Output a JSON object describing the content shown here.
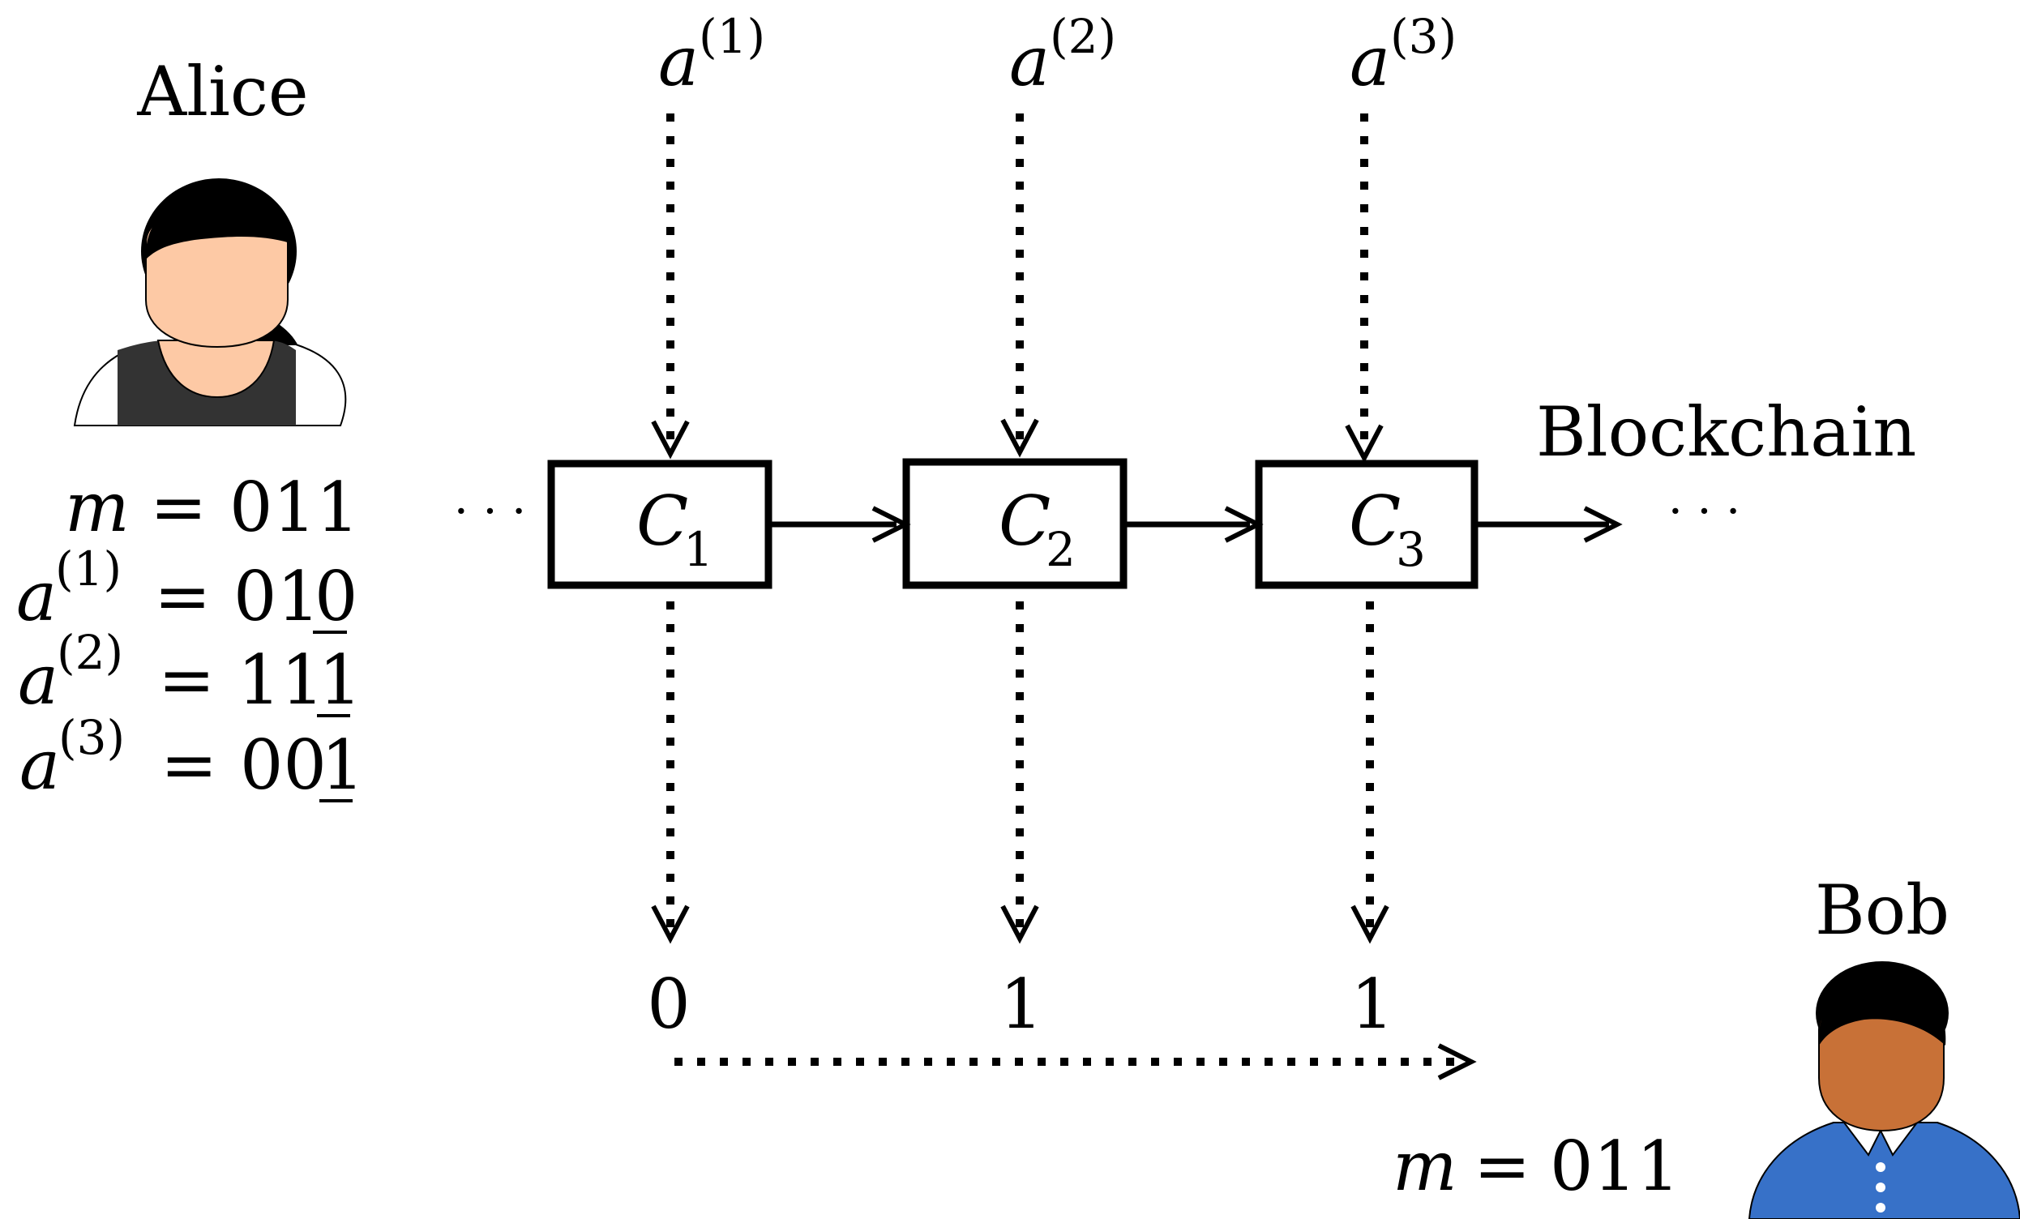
{
  "alice": {
    "name": "Alice",
    "message_var": "m",
    "message_value": "011",
    "equals": "=",
    "var": "a",
    "keys": [
      {
        "sup": "(1)",
        "prefix": "01",
        "marked": "0"
      },
      {
        "sup": "(2)",
        "prefix": "11",
        "marked": "1"
      },
      {
        "sup": "(3)",
        "prefix": "00",
        "marked": "1"
      }
    ]
  },
  "chain": {
    "label": "Blockchain",
    "ellipsis_left": "· · ·",
    "ellipsis_right": "· · ·",
    "blocks": [
      {
        "letter": "C",
        "sub": "1"
      },
      {
        "letter": "C",
        "sub": "2"
      },
      {
        "letter": "C",
        "sub": "3"
      }
    ],
    "inputs": [
      {
        "var": "a",
        "sup": "(1)"
      },
      {
        "var": "a",
        "sup": "(2)"
      },
      {
        "var": "a",
        "sup": "(3)"
      }
    ],
    "outputs": [
      "0",
      "1",
      "1"
    ]
  },
  "bob": {
    "name": "Bob",
    "message_var": "m",
    "equals": "=",
    "message_value": "011"
  },
  "colors": {
    "ink": "#000000",
    "alice_skin": "#fdc9a5",
    "alice_shirt": "#333333",
    "bob_skin": "#c87137",
    "bob_shirt": "#3771c8"
  }
}
